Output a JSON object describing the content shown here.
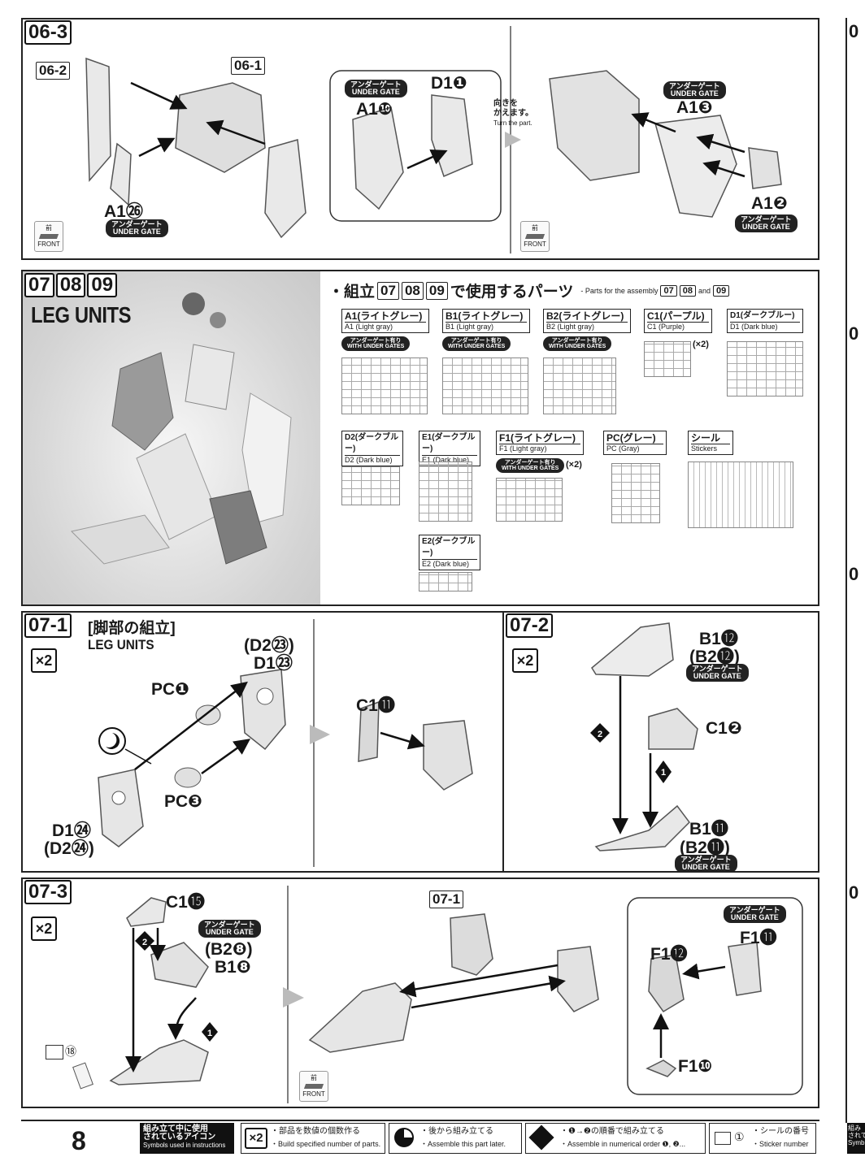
{
  "page_number": "8",
  "under_gate_badge": "アンダーゲート\nUNDER GATE",
  "with_under_gates_badge": "アンダーゲート有り\nWITH UNDER GATES",
  "front_label": {
    "jp": "前",
    "en": "FRONT"
  },
  "step_06_3": {
    "step": "06-3",
    "ref_left": "06-2",
    "ref_right": "06-1",
    "part_a1_26": "A1㉖",
    "part_d1_1": "D1❶",
    "part_a1_10": "A1❿",
    "turn_jp": "向きを\nかえます。",
    "turn_en": "Turn the part.",
    "part_a1_3": "A1❸",
    "part_a1_2": "A1❷"
  },
  "section_07_08_09": {
    "steps": [
      "07",
      "08",
      "09"
    ],
    "title": "LEG UNITS",
    "parts_heading_prefix": "・組立",
    "parts_heading_suffix": "で使用するパーツ",
    "parts_heading_en": "- Parts for the assembly",
    "parts_heading_en_and": "and",
    "parts": [
      {
        "jp": "A1(ライトグレー)",
        "en": "A1 (Light gray)",
        "badge": true,
        "count": ""
      },
      {
        "jp": "B1(ライトグレー)",
        "en": "B1 (Light gray)",
        "badge": true,
        "count": ""
      },
      {
        "jp": "B2(ライトグレー)",
        "en": "B2 (Light gray)",
        "badge": true,
        "count": ""
      },
      {
        "jp": "C1(パープル)",
        "en": "C1 (Purple)",
        "badge": false,
        "count": "(×2)"
      },
      {
        "jp": "D1(ダークブルー)",
        "en": "D1 (Dark blue)",
        "badge": false,
        "count": ""
      },
      {
        "jp": "D2(ダークブルー)",
        "en": "D2 (Dark blue)",
        "badge": false,
        "count": ""
      },
      {
        "jp": "E1(ダークブルー)",
        "en": "E1 (Dark blue)",
        "badge": false,
        "count": ""
      },
      {
        "jp": "F1(ライトグレー)",
        "en": "F1 (Light gray)",
        "badge": true,
        "count": "(×2)"
      },
      {
        "jp": "PC(グレー)",
        "en": "PC (Gray)",
        "badge": false,
        "count": ""
      },
      {
        "jp": "シール",
        "en": "Stickers",
        "badge": false,
        "count": ""
      },
      {
        "jp": "E2(ダークブルー)",
        "en": "E2 (Dark blue)",
        "badge": false,
        "count": ""
      }
    ]
  },
  "step_07_1": {
    "step": "07-1",
    "title_jp": "[脚部の組立]",
    "title_en": "LEG UNITS",
    "multiplier": "×2",
    "part_d2_23": "(D2㉓)",
    "part_d1_23": "D1㉓",
    "part_pc_1": "PC❶",
    "part_pc_3": "PC❸",
    "part_d1_24": "D1㉔",
    "part_d2_24": "(D2㉔)",
    "part_c1_11": "C1⓫"
  },
  "step_07_2": {
    "step": "07-2",
    "multiplier": "×2",
    "part_b1_12": "B1⓬",
    "part_b2_12": "(B2⓬)",
    "part_c1_2": "C1❷",
    "part_b1_11": "B1⓫",
    "part_b2_11": "(B2⓫)",
    "order_1": "❶",
    "order_2": "❷"
  },
  "step_07_3": {
    "step": "07-3",
    "multiplier": "×2",
    "part_c1_15": "C1⓯",
    "part_b2_8": "(B2❽)",
    "part_b1_8": "B1❽",
    "sticker_18": "⑱",
    "ref_07_1": "07-1",
    "part_f1_11": "F1⓫",
    "part_f1_12": "F1⓬",
    "part_f1_10": "F1❿",
    "order_1": "❶",
    "order_2": "❷"
  },
  "legend": {
    "title_jp": "組み立て中に使用\nされているアイコン",
    "title_en": "Symbols used in instructions",
    "items": [
      {
        "jp": "・部品を数値の個数作る",
        "en": "・Build specified number of parts."
      },
      {
        "jp": "・後から組み立てる",
        "en": "・Assemble this part later."
      },
      {
        "jp": "・❶→❷の順番で組み立てる",
        "en": "・Assemble in numerical order ❶, ❷..."
      },
      {
        "jp": "・シールの番号",
        "en": "・Sticker number"
      }
    ],
    "icon_x2": "×2",
    "icon_sticker": "①"
  },
  "right_edge": {
    "label": "0",
    "symbols": "組み\nされて\nSymb"
  }
}
